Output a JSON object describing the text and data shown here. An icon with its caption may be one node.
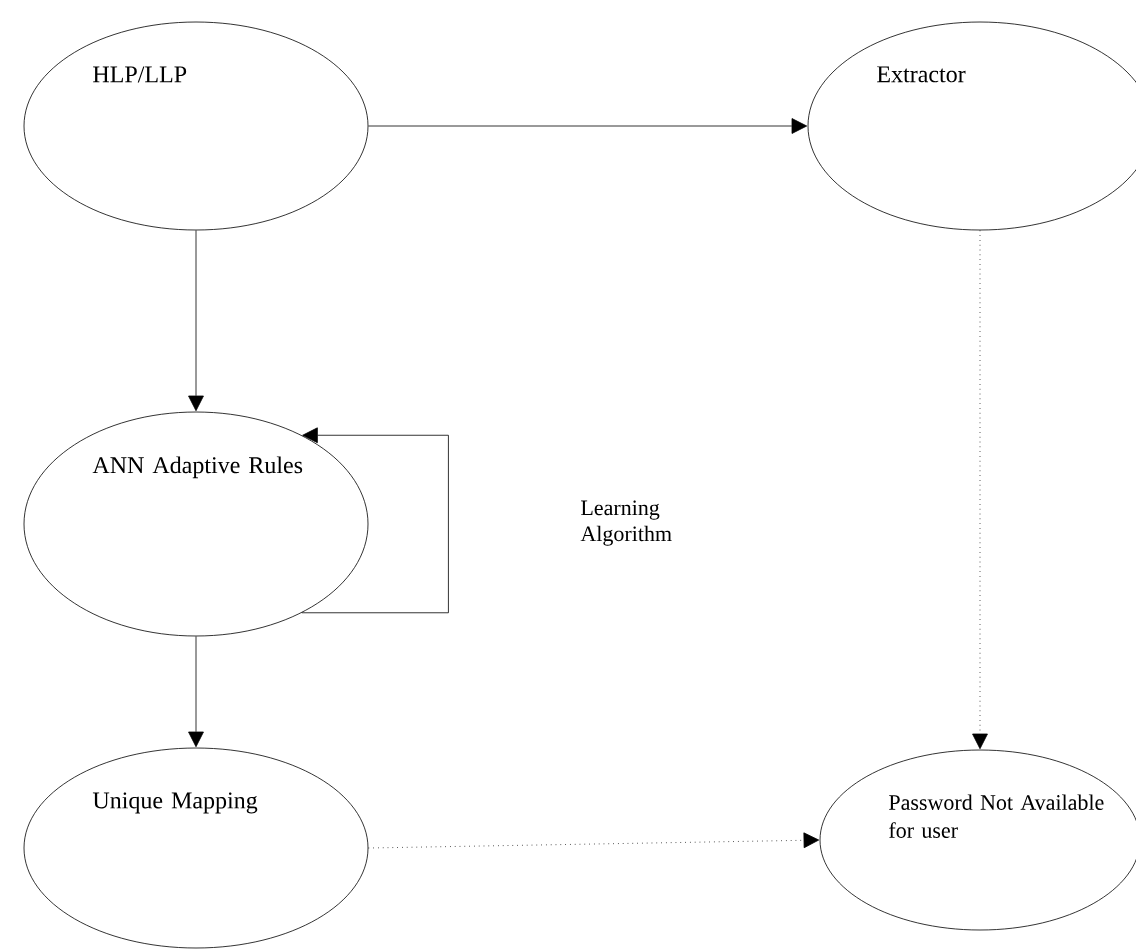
{
  "diagram": {
    "nodes": [
      {
        "text": [
          "HLP/LLP"
        ]
      },
      {
        "text": [
          "Extractor"
        ]
      },
      {
        "text": [
          "ANN Adaptive Rules"
        ]
      },
      {
        "text": [
          "Unique Mapping"
        ]
      },
      {
        "text": [
          "Password Not Available for user"
        ]
      }
    ],
    "edges": [
      {
        "from": 0,
        "to": 1,
        "arrow": "to"
      },
      {
        "from": 0,
        "to": 2,
        "arrow": "to"
      },
      {
        "from": 2,
        "to": 2,
        "arrow": "to"
      },
      {
        "from": 1,
        "to": 4,
        "arrow": "to",
        "style": "dashed"
      },
      {
        "from": 2,
        "to": 3,
        "arrow": "to"
      },
      {
        "from": 3,
        "to": 4,
        "arrow": "to",
        "style": "dashed"
      }
    ],
    "labels": [
      "Learning Algorithm"
    ]
  }
}
